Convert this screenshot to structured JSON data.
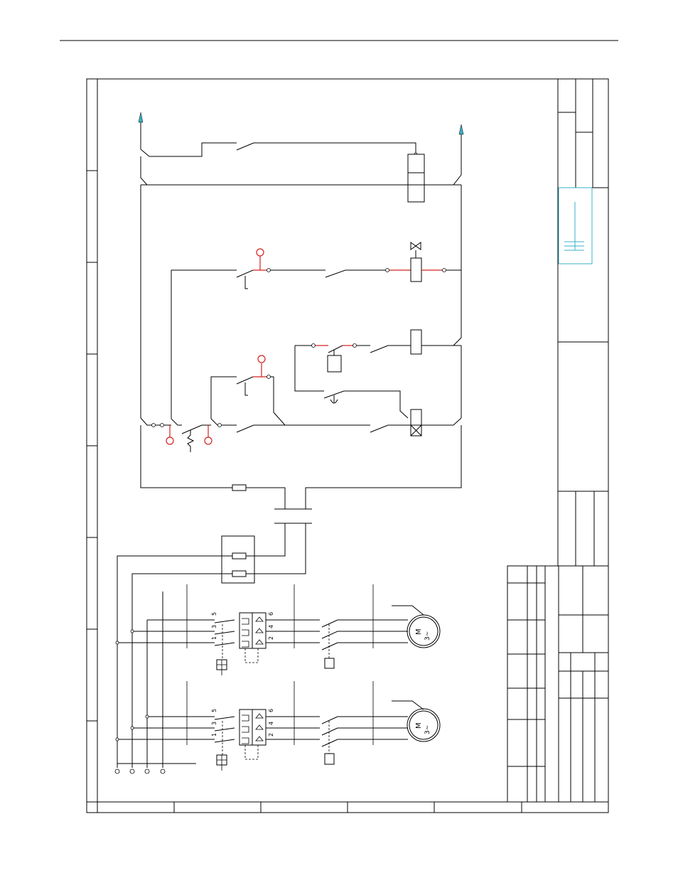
{
  "motors": [
    {
      "symbol": "M",
      "phase": "3~"
    },
    {
      "symbol": "M",
      "phase": "3~"
    }
  ],
  "contactor_terminals": {
    "line": [
      "5",
      "3",
      "1"
    ],
    "load": [
      "6",
      "4",
      "2"
    ]
  },
  "colors": {
    "line": "#000000",
    "highlight": "#d42020",
    "accent": "#3ab0c8"
  }
}
